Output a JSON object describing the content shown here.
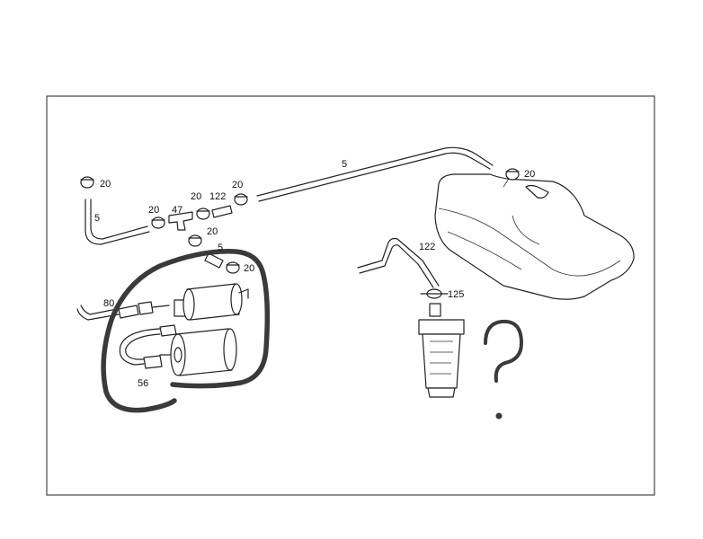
{
  "labels": {
    "clamp_top_left": "20",
    "hose_left": "5",
    "clamp_mid_1": "20",
    "t_fitting": "47",
    "clamp_mid_2": "20",
    "hose_122_top": "122",
    "clamp_mid_3": "20",
    "clamp_low": "20",
    "hose_short": "5",
    "clamp_pump": "20",
    "line_80": "80",
    "hose_56": "56",
    "long_line": "5",
    "clamp_tank": "20",
    "hose_122_right": "122",
    "clamp_125": "125"
  },
  "annotation": {
    "question": "?"
  },
  "colors": {
    "line": "#222222",
    "marker": "#3a3a3a",
    "frame": "#555555",
    "background": "#ffffff"
  }
}
